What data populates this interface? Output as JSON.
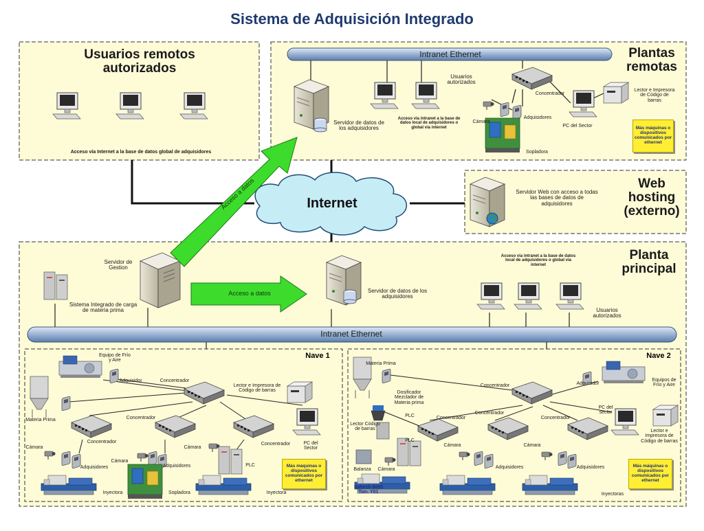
{
  "title": "Sistema de Adquisición Integrado",
  "sections": {
    "remote_users": {
      "heading": "Usuarios remotos autorizados",
      "caption": "Acceso vía Internet a la base de datos global de adquisidores"
    },
    "remote_plants": {
      "heading": "Plantas remotas",
      "ethernet": "Intranet Ethernet",
      "server": "Servidor de datos de los adquisidores",
      "users": "Usuarios autorizados",
      "access_note": "Acceso vía intranet a la base de datos local de adquisidores o global vía internet",
      "concentrator": "Concentrador",
      "reader": "Lector e Impresora de Código de barras",
      "camera": "Cámara",
      "acquirers": "Adquisidores",
      "pc": "PC del Sector",
      "blower": "Sopladora",
      "more": "Más máquinas o dispositivos comunicados por ethernet"
    },
    "web_hosting": {
      "heading": "Web hosting (externo)",
      "server_text": "Servidor Web con acceso a todas las bases de datos de adquisidores"
    },
    "internet": "Internet",
    "main_plant": {
      "heading": "Planta principal",
      "management_server": "Servidor de Gestion",
      "load_system": "Sistema Integrado de carga de materia prima",
      "arrow_label": "Acceso a datos",
      "server": "Servidor de datos de los adquisidores",
      "access_note": "Acceso vía intranet a la base de datos local de adquisidores o global vía internet",
      "users": "Usuarios autorizados",
      "ethernet": "Intranet Ethernet"
    },
    "up_arrow_label": "Acceso a datos",
    "nave1": {
      "heading": "Nave 1",
      "cold_equipment": "Equipo de Frío y Aire",
      "acquirer": "Adquisidor",
      "concentrator": "Concentrador",
      "reader": "Lector e Impresora de Código de barras",
      "raw_material": "Materia Prima",
      "concentrator_2": "Concentrador",
      "concentrator_3": "Concentrador",
      "concentrator_4": "Concentrador",
      "camera_1": "Cámara",
      "camera_2": "Cámara",
      "camera_3": "Cámara",
      "acquirers_1": "Adquisidores",
      "acquirers_2": "Adquisidores",
      "plc": "PLC",
      "pc": "PC del Sector",
      "injector_1": "Inyectora",
      "blower": "Sopladora",
      "injector_2": "Inyectora",
      "more": "Más máquinas o dispositivos comunicados por ethernet"
    },
    "nave2": {
      "heading": "Nave 2",
      "raw_material": "Materia Prima",
      "concentrator": "Concentrador",
      "doser": "Dosificador Mezclador de Materia prima",
      "plc_1": "PLC",
      "concentrator_2": "Concentrador",
      "reader_1": "Lector Código de barras",
      "plc_2": "PLC",
      "concentrator_3": "Concentrador",
      "concentrator_4": "Concentrador",
      "acquirer": "Adquisidor",
      "cold_equipment": "Equipos de Frío y Aire",
      "pc": "PC del sector",
      "reader_2": "Lector e Impresora de Código de barras",
      "camera_1": "Cámara",
      "camera_2": "Cámara",
      "camera_3": "Cámara",
      "scale": "Balanza",
      "acquirers_1": "Adquisidores",
      "acquirers_2": "Adquisidores",
      "machine": "Italtech 6000 Ton- Y01",
      "injectors": "Inyectoras",
      "more": "Más máquinas o dispositivos comunicados por ethernet"
    }
  }
}
